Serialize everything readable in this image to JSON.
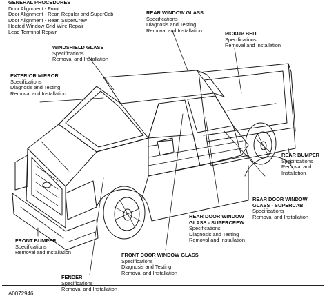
{
  "callouts": {
    "general": {
      "title": "GENERAL PROCEDURES",
      "items": [
        "Door Alignment - Front",
        "Door Alignment - Rear, Regular and SuperCab",
        "Door Alignment - Rear, SuperCrew",
        "Heated Window Grid Wire Repair",
        "Lead Terminal Repair"
      ]
    },
    "rear_window": {
      "title": "REAR WINDOW GLASS",
      "items": [
        "Specifications",
        "Diagnosis and Testing",
        "Removal and Installation"
      ]
    },
    "pickup_bed": {
      "title": "PICKUP BED",
      "items": [
        "Specifications",
        "Removal and Installation"
      ]
    },
    "windshield": {
      "title": "WINDSHIELD GLASS",
      "items": [
        "Specifications",
        "Removal and Installation"
      ]
    },
    "mirror": {
      "title": "EXTERIOR MIRROR",
      "items": [
        "Specifications",
        "Diagnosis and Testing",
        "Removal and Installation"
      ]
    },
    "rear_bumper": {
      "title": "REAR BUMPER",
      "items": [
        "Specifications",
        "Removal and",
        "Installation"
      ]
    },
    "rear_door_supercab": {
      "title": "REAR DOOR WINDOW",
      "title2": "GLASS - SUPERCAB",
      "items": [
        "Specifications",
        "Removal and Installation"
      ]
    },
    "rear_door_supercrew": {
      "title": "REAR DOOR WINDOW",
      "title2": "GLASS - SUPERCREW",
      "items": [
        "Specifications",
        "Diagnosis and Testing",
        "Removal and Installation"
      ]
    },
    "front_bumper": {
      "title": "FRONT BUMPER",
      "items": [
        "Specifications",
        "Removal and Installation"
      ]
    },
    "front_door": {
      "title": "FRONT DOOR WINDOW GLASS",
      "items": [
        "Specifications",
        "Diagnosis and Testing",
        "Removal and Installation"
      ]
    },
    "fender": {
      "title": "FENDER",
      "items": [
        "Specifications",
        "Removal and Installation"
      ]
    }
  },
  "figure_code": "A0072946"
}
